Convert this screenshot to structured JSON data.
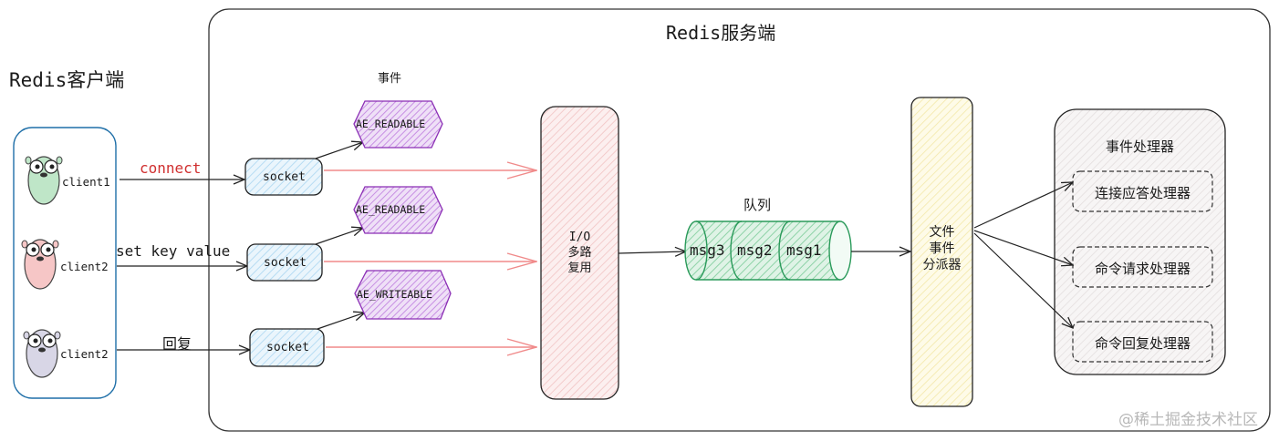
{
  "client_title": "Redis客户端",
  "server_title": "Redis服务端",
  "clients": [
    {
      "label": "client1",
      "command": "connect"
    },
    {
      "label": "client2",
      "command": "set key value"
    },
    {
      "label": "client2",
      "command": "回复"
    }
  ],
  "events_title": "事件",
  "events": [
    "AE_READABLE",
    "AE_READABLE",
    "AE_WRITEABLE"
  ],
  "socket_label": "socket",
  "io_mux": {
    "line1": "I/O",
    "line2": "多路",
    "line3": "复用"
  },
  "queue_title": "队列",
  "queue_items": [
    "msg3",
    "msg2",
    "msg1"
  ],
  "dispatcher": {
    "line1": "文件",
    "line2": "事件",
    "line3": "分派器"
  },
  "handlers_title": "事件处理器",
  "handlers": [
    "连接应答处理器",
    "命令请求处理器",
    "命令回复处理器"
  ],
  "watermark": "@稀土掘金技术社区",
  "colors": {
    "connect_text": "#d03030",
    "client_box": "#1f6fa8",
    "socket_fill": "#dbeefa",
    "event_fill": "#e3c4f0",
    "event_stroke": "#8b2fb5",
    "red_arrow": "#f08a8a",
    "io_fill": "#f9dada",
    "queue_fill": "#c9ecd6",
    "queue_stroke": "#2a9a5a",
    "dispatcher_fill": "#fcf7d2",
    "handler_fill": "#f0eded"
  },
  "icons": [
    "gopher-green-icon",
    "gopher-pink-icon",
    "gopher-gray-icon"
  ]
}
